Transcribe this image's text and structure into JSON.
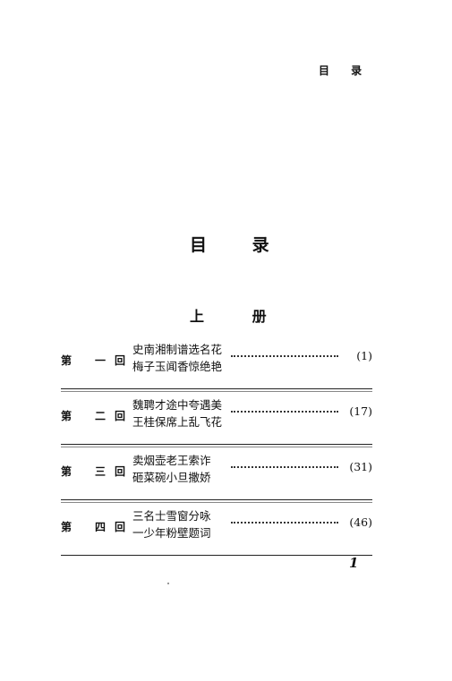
{
  "running_head": "目 录",
  "title": "目 录",
  "volume": "上 册",
  "entries": [
    {
      "chapter": [
        "第",
        "一",
        "回"
      ],
      "lines": [
        "史南湘制谱选名花",
        "梅子玉闻香惊绝艳"
      ],
      "page": "(1)"
    },
    {
      "chapter": [
        "第",
        "二",
        "回"
      ],
      "lines": [
        "魏聘才途中夸遇美",
        "王桂保席上乱飞花"
      ],
      "page": "(17)"
    },
    {
      "chapter": [
        "第",
        "三",
        "回"
      ],
      "lines": [
        "卖烟壶老王索诈",
        "砸菜碗小旦撒娇"
      ],
      "page": "(31)"
    },
    {
      "chapter": [
        "第",
        "四",
        "回"
      ],
      "lines": [
        "三名士雪窗分咏",
        "一少年粉壁题词"
      ],
      "page": "(46)"
    }
  ],
  "folio": "1"
}
